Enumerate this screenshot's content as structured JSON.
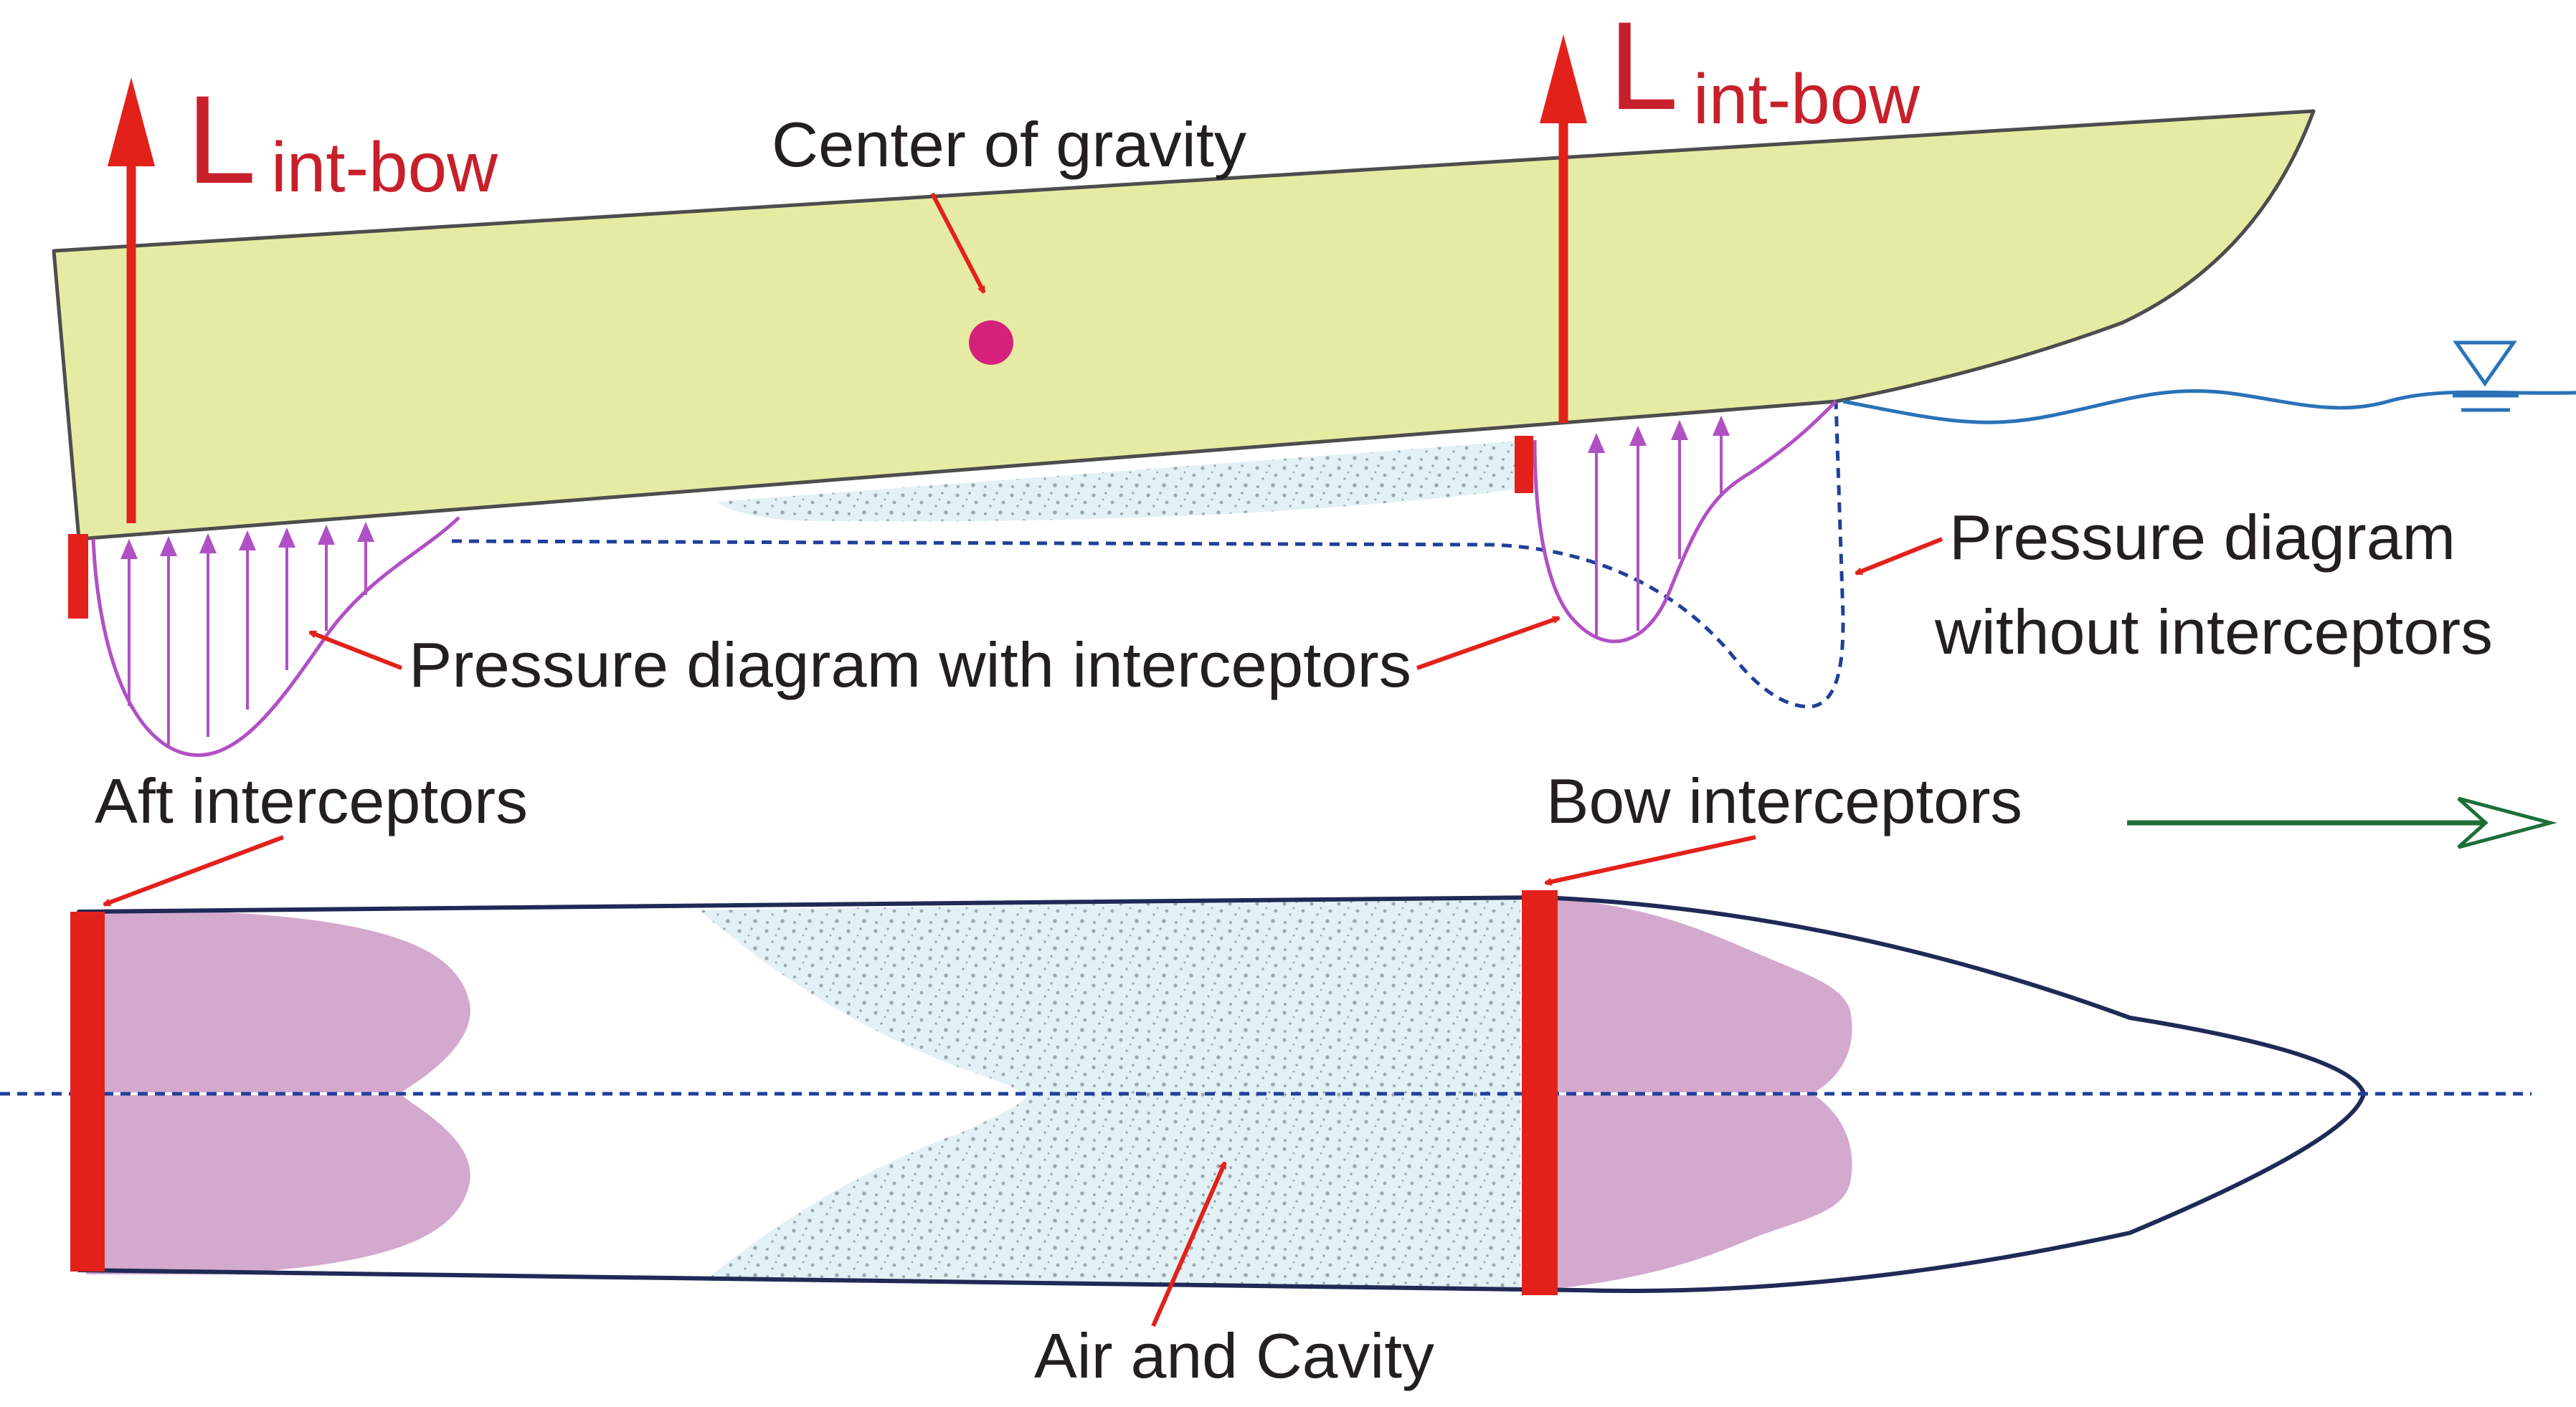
{
  "labels": {
    "lift_main": "L",
    "lift_sub": "int-bow",
    "center_of_gravity": "Center of gravity",
    "pressure_with": "Pressure diagram with interceptors",
    "pressure_without_line1": "Pressure diagram",
    "pressure_without_line2": "without interceptors",
    "aft_interceptors": "Aft interceptors",
    "bow_interceptors": "Bow interceptors",
    "air_cavity": "Air and Cavity"
  },
  "colors": {
    "hull_fill": "#e6eba3",
    "hull_stroke": "#4d4d4d",
    "interceptor": "#e3211b",
    "pressure": "#b150c4",
    "pressure_fill": "#d4a9ce",
    "cavity_fill": "#e2f1f6",
    "cavity_dots": "#808890",
    "dashed_line": "#20409a",
    "water": "#2a72b8",
    "motion_arrow": "#1d6f3a",
    "cog": "#d6217b",
    "label_red": "#c8202a"
  },
  "icons": {
    "waterline_symbol": "inverted-triangle-icon",
    "motion_direction": "right-arrow-icon"
  }
}
